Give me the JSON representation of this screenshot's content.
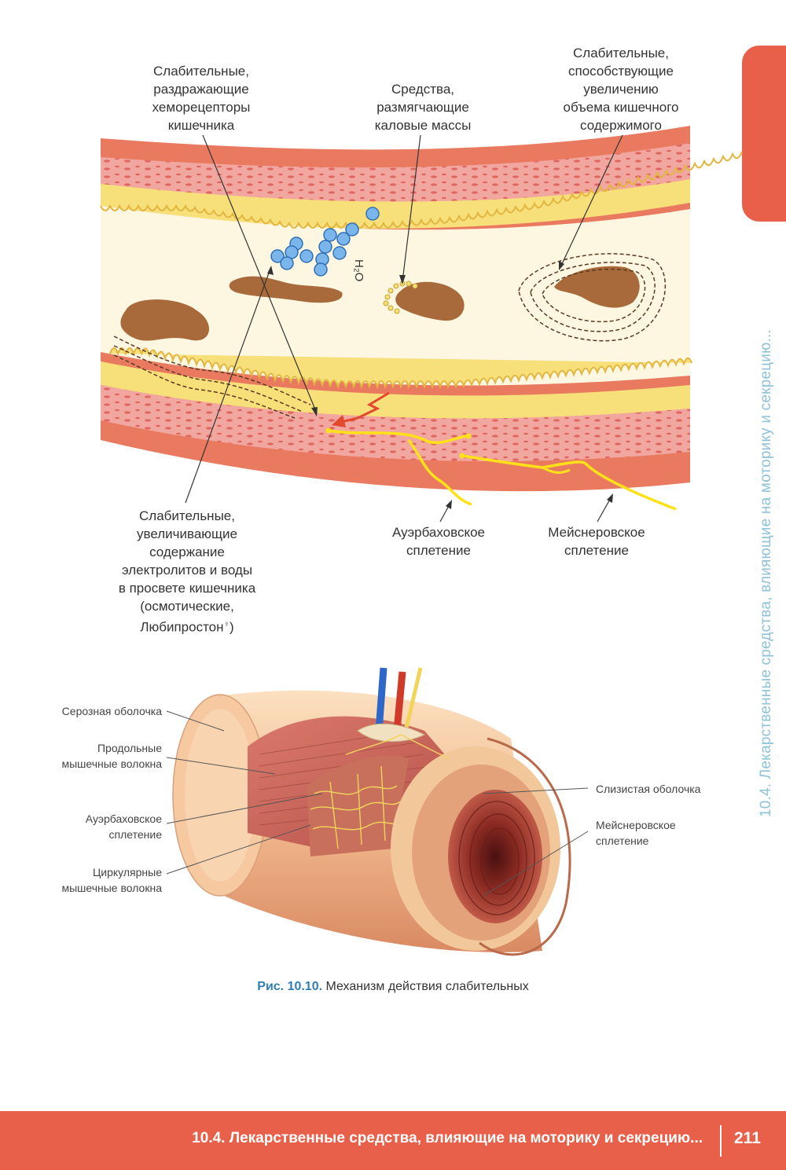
{
  "diagram_top": {
    "labels": {
      "irritant": [
        "Слабительные,",
        "раздражающие",
        "хеморецепторы",
        "кишечника"
      ],
      "softening": [
        "Средства,",
        "размягчающие",
        "каловые массы"
      ],
      "volume": [
        "Слабительные,",
        "способствующие",
        "увеличению",
        "объема кишечного",
        "содержимого"
      ],
      "osmotic": [
        "Слабительные,",
        "увеличивающие",
        "содержание",
        "электролитов и воды",
        "в просвете кишечника",
        "(осмотические,",
        "Любипростон"
      ],
      "auerbach": [
        "Ауэрбаховское",
        "сплетение"
      ],
      "meissner": [
        "Мейснеровское",
        "сплетение"
      ],
      "water": "H₂O",
      "drug_mark": "♀"
    }
  },
  "diagram_bottom": {
    "labels": {
      "serosa": [
        "Серозная оболочка"
      ],
      "longitudinal": [
        "Продольные",
        "мышечные волокна"
      ],
      "auerbach": [
        "Ауэрбаховское",
        "сплетение"
      ],
      "circular": [
        "Циркулярные",
        "мышечные волокна"
      ],
      "mucosa": [
        "Слизистая оболочка"
      ],
      "meissner": [
        "Мейснеровское",
        "сплетение"
      ]
    }
  },
  "caption": {
    "number": "Рис. 10.10.",
    "text": " Механизм действия слабительных"
  },
  "side_tab_text": "10.4. Лекарственные средства, влияющие на моторику и секрецию...",
  "footer": {
    "title": "10.4. Лекарственные средства, влияющие на моторику и секрецию...",
    "page": "211"
  },
  "colors": {
    "accent": "#e8604a",
    "caption_blue": "#2f7fb5",
    "side_text": "#8ec2d8",
    "muscle": "#e97a5f",
    "submucosa": "#f2a6a0",
    "mucosa": "#f7df7a",
    "lumen": "#fdf7e2",
    "feces": "#a86a3a",
    "nerve": "#ffe11a"
  }
}
